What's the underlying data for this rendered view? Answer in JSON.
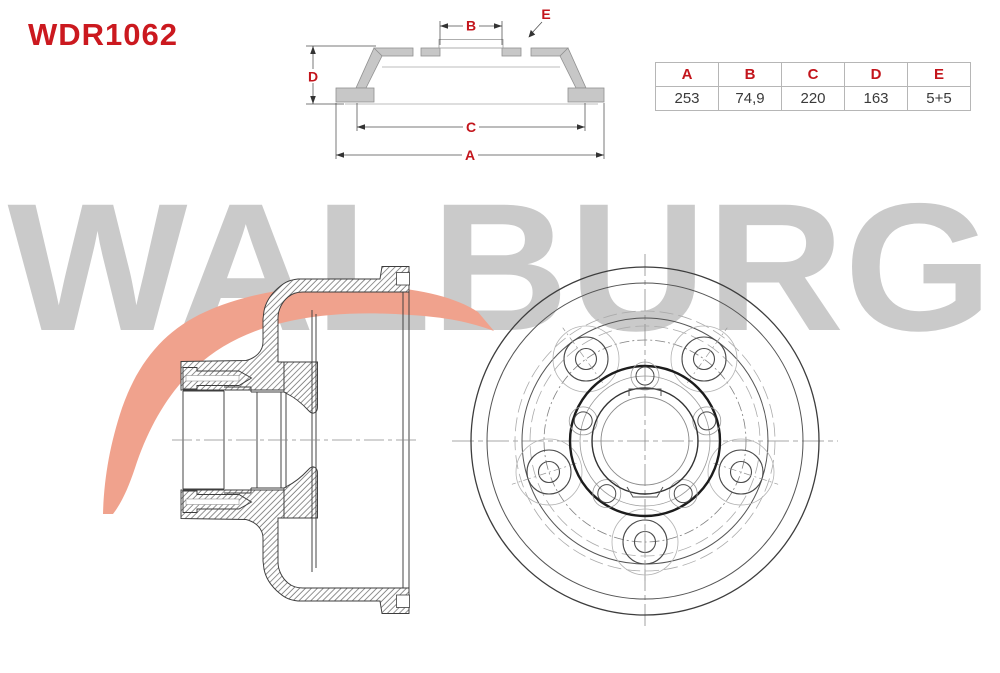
{
  "header": {
    "part_number": "WDR1062"
  },
  "watermark": {
    "text": "WALBURG"
  },
  "spec_table": {
    "headers": [
      "A",
      "B",
      "C",
      "D",
      "E"
    ],
    "values": [
      "253",
      "74,9",
      "220",
      "163",
      "5+5"
    ]
  },
  "diagram": {
    "dim_labels": {
      "a": "A",
      "b": "B",
      "c": "C",
      "d": "D",
      "e": "E"
    }
  },
  "colors": {
    "brand_red": "#CB191F",
    "table_red": "#C3151C",
    "watermark_gray": "#CACACA",
    "swoosh_salmon": "#F0A28D",
    "drawing_line": "#3D3D3D",
    "schematic_fill": "#C7C7C7"
  }
}
